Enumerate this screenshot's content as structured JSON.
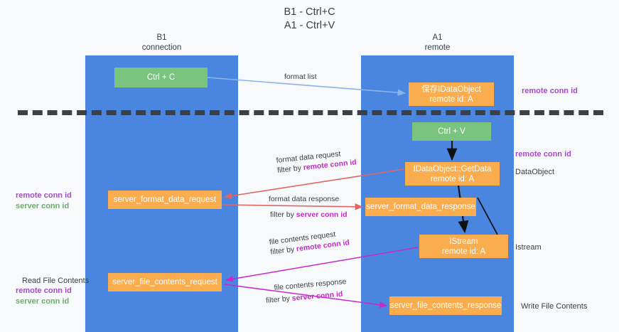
{
  "title": {
    "line1": "B1 - Ctrl+C",
    "line2": "A1 - Ctrl+V"
  },
  "lanes": [
    {
      "id": "b1",
      "line1": "B1",
      "line2": "connection",
      "color": "#4a86e0"
    },
    {
      "id": "a1",
      "line1": "A1",
      "line2": "remote",
      "color": "#4a86e0"
    }
  ],
  "colors": {
    "lane": "#4a86e0",
    "green_node": "#7bc47f",
    "orange_node": "#f9ad4e",
    "purple_text": "#a64ac9",
    "green_text": "#69b06b",
    "magenta_text": "#c52bc5",
    "dark_text": "#3c4043",
    "blue_arrow": "#8ab4e8",
    "red_arrow": "#e06666",
    "black_arrow": "#000000",
    "magenta_arrow": "#c52bc5",
    "background": "#f8f9fa"
  },
  "nodes": {
    "ctrl_c": {
      "label": "Ctrl + C",
      "sub": "",
      "style": "green"
    },
    "save_idataobject": {
      "label": "保存IDataObject",
      "sub": "remote id: A",
      "style": "orange"
    },
    "ctrl_v": {
      "label": "Ctrl + V",
      "sub": "",
      "style": "green"
    },
    "getdata": {
      "label": "IDataObject::GetData",
      "sub": "remote id: A",
      "style": "orange"
    },
    "server_format_data_request": {
      "label": "server_format_data_request",
      "sub": "",
      "style": "orange"
    },
    "server_format_data_response": {
      "label": "server_format_data_response",
      "sub": "",
      "style": "orange"
    },
    "istream": {
      "label": "IStream",
      "sub": "remote id: A",
      "style": "orange"
    },
    "server_file_contents_request": {
      "label": "server_file_contents_request",
      "sub": "",
      "style": "orange"
    },
    "server_file_contents_response": {
      "label": "server_file_contents_response",
      "sub": "",
      "style": "orange"
    }
  },
  "side_labels": {
    "right_remote_conn_id_1": "remote conn id",
    "right_remote_conn_id_2": "remote conn id",
    "right_dataobject": "DataObject",
    "right_istream": "Istream",
    "right_write_file_contents": "Write File Contents",
    "left_remote_conn_id_1": "remote conn id",
    "left_server_conn_id_1": "server conn id",
    "left_read_file_contents": "Read File Contents",
    "left_remote_conn_id_2": "remote conn id",
    "left_server_conn_id_2": "server conn id"
  },
  "edge_labels": {
    "format_list": "format list",
    "format_data_request": "format data request",
    "format_data_request_filter_prefix": "filter by ",
    "format_data_request_filter_key": "remote conn id",
    "format_data_response": "format data response",
    "format_data_response_filter_prefix": "filter by ",
    "format_data_response_filter_key": "server conn id",
    "file_contents_request": "file contents request",
    "file_contents_request_filter_prefix": "filter by ",
    "file_contents_request_filter_key": "remote conn id",
    "file_contents_response": "file contents response",
    "file_contents_response_filter_prefix": "filter by ",
    "file_contents_response_filter_key": "server conn id"
  }
}
